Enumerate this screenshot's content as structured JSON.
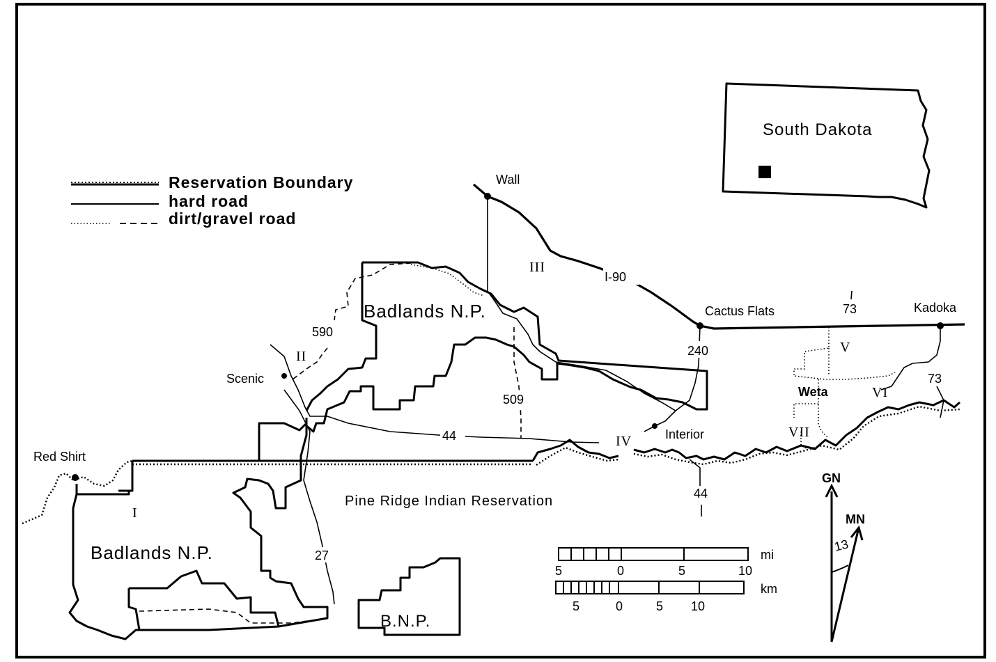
{
  "legend": {
    "reservation_boundary": "Reservation Boundary",
    "hard_road": "hard road",
    "dirt_road": "dirt/gravel road"
  },
  "inset": {
    "state": "South Dakota"
  },
  "towns": {
    "wall": "Wall",
    "cactus_flats": "Cactus Flats",
    "kadoka": "Kadoka",
    "scenic": "Scenic",
    "interior": "Interior",
    "red_shirt": "Red Shirt",
    "weta": "Weta"
  },
  "areas": {
    "badlands_north": "Badlands N.P.",
    "badlands_south": "Badlands N.P.",
    "bnp_small": "B.N.P.",
    "pine_ridge": "Pine Ridge Indian Reservation"
  },
  "roads": {
    "i90": "I-90",
    "r73_north": "73",
    "r73_south": "73",
    "r240": "240",
    "r590": "590",
    "r509": "509",
    "r44_west": "44",
    "r44_south": "44",
    "r27": "27"
  },
  "sites": {
    "s1": "I",
    "s2": "II",
    "s3": "III",
    "s4": "IV",
    "s5": "V",
    "s6": "VI",
    "s7": "VII"
  },
  "scale": {
    "mi_unit": "mi",
    "km_unit": "km",
    "mi_ticks": [
      "5",
      "0",
      "5",
      "10"
    ],
    "km_ticks": [
      "5",
      "0",
      "5",
      "10"
    ]
  },
  "north_arrow": {
    "grid_north": "GN",
    "magnetic_north": "MN",
    "declination": "13"
  }
}
